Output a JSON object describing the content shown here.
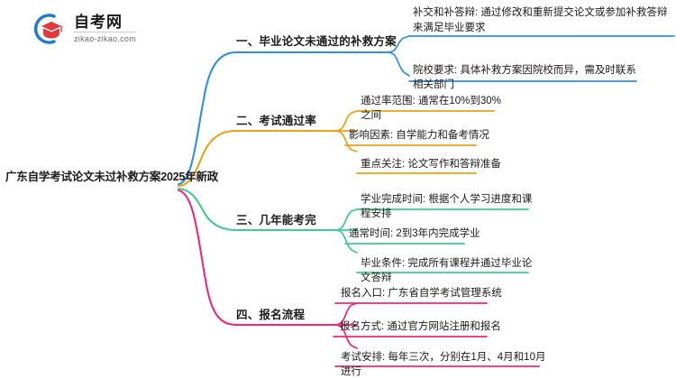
{
  "logo": {
    "icon_name": "zikao-logo-icon",
    "brand_cn": "自考网",
    "brand_url": "zikao-zikao.com",
    "arc_color": "#1B7BD0",
    "cap_color": "#E03A3E"
  },
  "mindmap": {
    "root": {
      "label": "广东自学考试论文未过补救方案2025年新政"
    },
    "branches": [
      {
        "id": "branch-1",
        "label": "一、毕业论文未通过的补救方案",
        "color": "#2E8FE8",
        "leaves": [
          {
            "text": "补交和补答辩: 通过修改和重新提交论文或参加补救答辩来满足毕业要求"
          },
          {
            "text": "院校要求: 具体补救方案因院校而异，需及时联系相关部门"
          }
        ]
      },
      {
        "id": "branch-2",
        "label": "二、考试通过率",
        "color": "#E8A317",
        "leaves": [
          {
            "text": "通过率范围: 通常在10%到30%之间"
          },
          {
            "text": "影响因素: 自学能力和备考情况"
          },
          {
            "text": "重点关注: 论文写作和答辩准备"
          }
        ]
      },
      {
        "id": "branch-3",
        "label": "三、几年能考完",
        "color": "#3FCC8E",
        "leaves": [
          {
            "text": "学业完成时间: 根据个人学习进度和课程安排"
          },
          {
            "text": "通常时间: 2到3年内完成学业"
          },
          {
            "text": "毕业条件: 完成所有课程并通过毕业论文答辩"
          }
        ]
      },
      {
        "id": "branch-4",
        "label": "四、报名流程",
        "color": "#F0277A",
        "leaves": [
          {
            "text": "报名入口: 广东省自学考试管理系统"
          },
          {
            "text": "报名方式: 通过官方网站注册和报名"
          },
          {
            "text": "考试安排: 每年三次，分别在1月、4月和10月进行"
          }
        ]
      }
    ]
  }
}
